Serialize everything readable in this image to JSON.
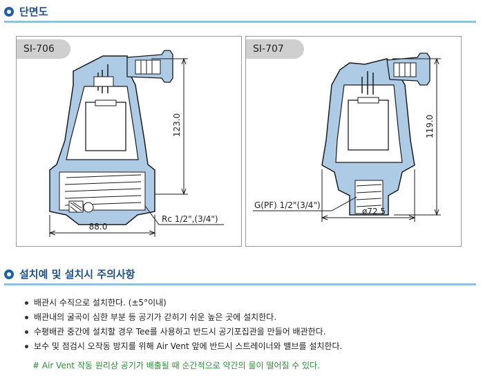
{
  "section1": {
    "title": "단면도",
    "icon": "circle-bullet-icon"
  },
  "si706": {
    "model": "SI-706",
    "height_dim": "123.0",
    "width_dim": "88.0",
    "thread_label": "Rc 1/2\",(3/4\")"
  },
  "si707": {
    "model": "SI-707",
    "height_dim": "119.0",
    "diameter_dim": "ø72.5",
    "thread_label": "G(PF) 1/2\"(3/4\")"
  },
  "section2": {
    "title": "설치예 및 설치시 주의사항",
    "icon": "circle-bullet-icon",
    "notes": [
      "배관시 수직으로 설치한다. (±5°이내)",
      "배관내의 굴곡이 심한 부분 등 공기가 갇히기 쉬운 높은 곳에 설치한다.",
      "수평배관 중간에 설치할 경우 Tee를 사용하고 반드시 공기포집관을 만들어 배관한다.",
      "보수 및 점검시 오작동 방지를 위해 Air Vent 앞에 반드시 스트레이너와 밸브를 설치한다."
    ],
    "footnote": "# Air Vent 작동 원리상 공기가 배출될 때 순간적으로 약간의 물이 떨어질 수 있다."
  },
  "colors": {
    "body_fill": "#aecbe6",
    "outline": "#1a1a1a",
    "header_text": "#1f4f86",
    "rule": "#8fc0dc",
    "footnote": "#2e8b3a"
  }
}
